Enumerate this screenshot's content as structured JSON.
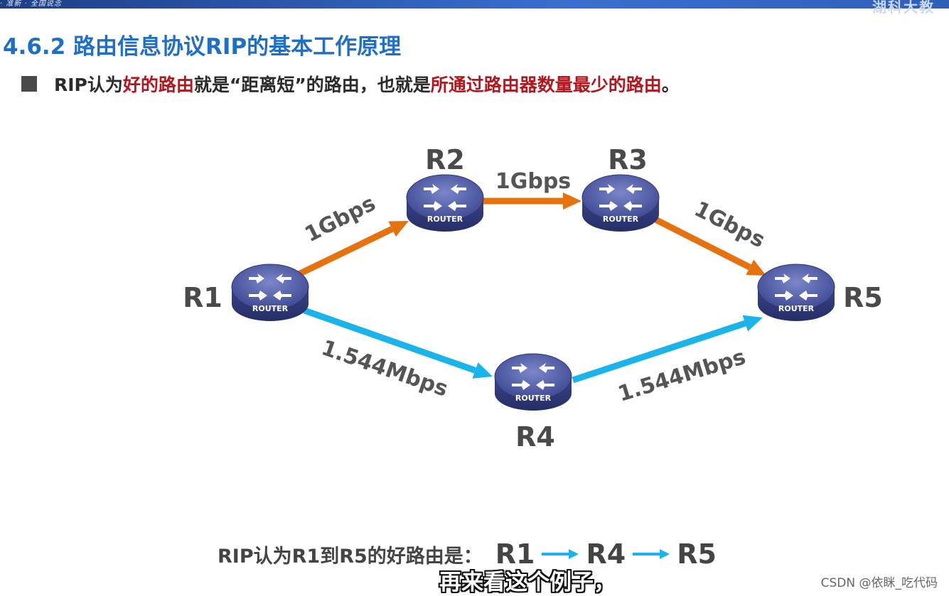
{
  "header": {
    "left_text": "· 准新 · 全国说念",
    "right_text": "湖科大教"
  },
  "title": "4.6.2 路由信息协议RIP的基本工作原理",
  "bullet": {
    "part1": "RIP认为",
    "part2_highlight": "好的路由",
    "part3": "就是“距离短”的路由，也就是",
    "part4_highlight": "所通过路由器数量最少的路由",
    "part5": "。"
  },
  "diagram": {
    "routers": [
      {
        "id": "R1",
        "label": "R1",
        "device_text": "ROUTER"
      },
      {
        "id": "R2",
        "label": "R2",
        "device_text": "ROUTER"
      },
      {
        "id": "R3",
        "label": "R3",
        "device_text": "ROUTER"
      },
      {
        "id": "R4",
        "label": "R4",
        "device_text": "ROUTER"
      },
      {
        "id": "R5",
        "label": "R5",
        "device_text": "ROUTER"
      }
    ],
    "links": [
      {
        "from": "R1",
        "to": "R2",
        "label": "1Gbps",
        "color": "#e5720f"
      },
      {
        "from": "R2",
        "to": "R3",
        "label": "1Gbps",
        "color": "#e5720f"
      },
      {
        "from": "R3",
        "to": "R5",
        "label": "1Gbps",
        "color": "#e5720f"
      },
      {
        "from": "R1",
        "to": "R4",
        "label": "1.544Mbps",
        "color": "#1ab4ea"
      },
      {
        "from": "R4",
        "to": "R5",
        "label": "1.544Mbps",
        "color": "#1ab4ea"
      }
    ]
  },
  "conclusion": {
    "prefix": "RIP认为R1到R5的好路由是：",
    "path": [
      "R1",
      "R4",
      "R5"
    ],
    "arrow_color": "#1ab4ea"
  },
  "subtitle": "再来看这个例子，",
  "watermark": "CSDN @依眯_吃代码"
}
